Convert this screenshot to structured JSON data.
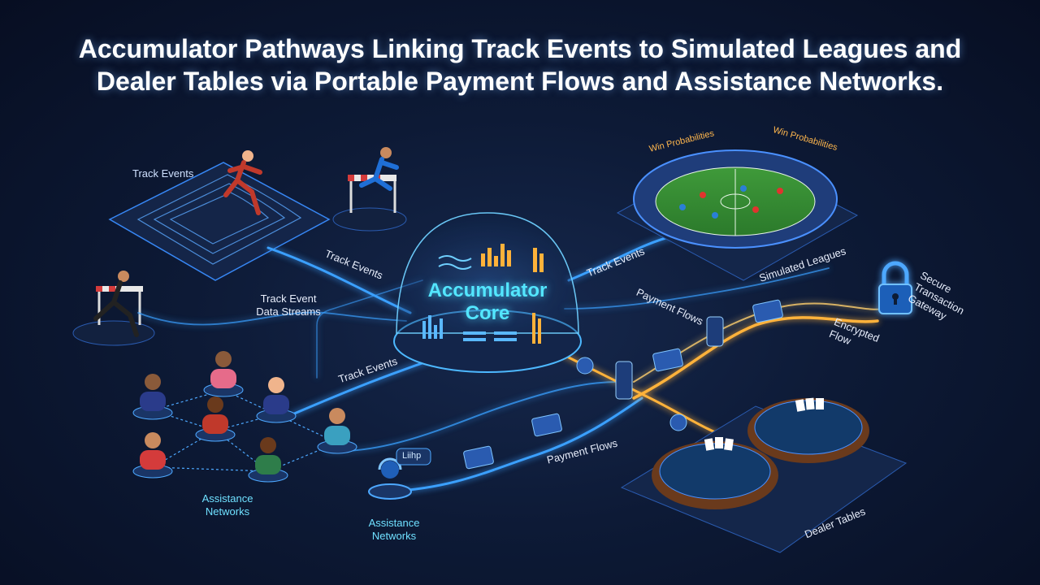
{
  "title": {
    "line1": "Accumulator Pathways Linking Track Events to Simulated Leagues and",
    "line2": "Dealer Tables via Portable Payment Flows and Assistance Networks."
  },
  "core": {
    "line1": "Accumulator",
    "line2": "Core"
  },
  "labels": {
    "track_events_top": "Track Events",
    "track_events_path1": "Track Events",
    "track_event_streams_1": "Track Event",
    "track_event_streams_2": "Data Streams",
    "track_events_path2": "Track Events",
    "track_events_right": "Track Events",
    "payment_flows_upper": "Payment Flows",
    "payment_flows_lower": "Payment Flows",
    "simulated_leagues": "Simulated Leagues",
    "win_prob_left": "Win Probabilities",
    "win_prob_right": "Win Probabilities",
    "secure_1": "Secure",
    "secure_2": "Transaction",
    "secure_3": "Gateway",
    "encrypted_1": "Encrypted",
    "encrypted_2": "Flow",
    "dealer_tables": "Dealer Tables",
    "assistance_left_1": "Assistance",
    "assistance_left_2": "Networks",
    "assistance_bottom_1": "Assistance",
    "assistance_bottom_2": "Networks",
    "help_bubble": "Liihp"
  },
  "colors": {
    "blue_flow": "#3aa0ff",
    "gold_flow": "#ffb23a",
    "cyan_text": "#53e6ff",
    "background": "#0d1a36"
  }
}
